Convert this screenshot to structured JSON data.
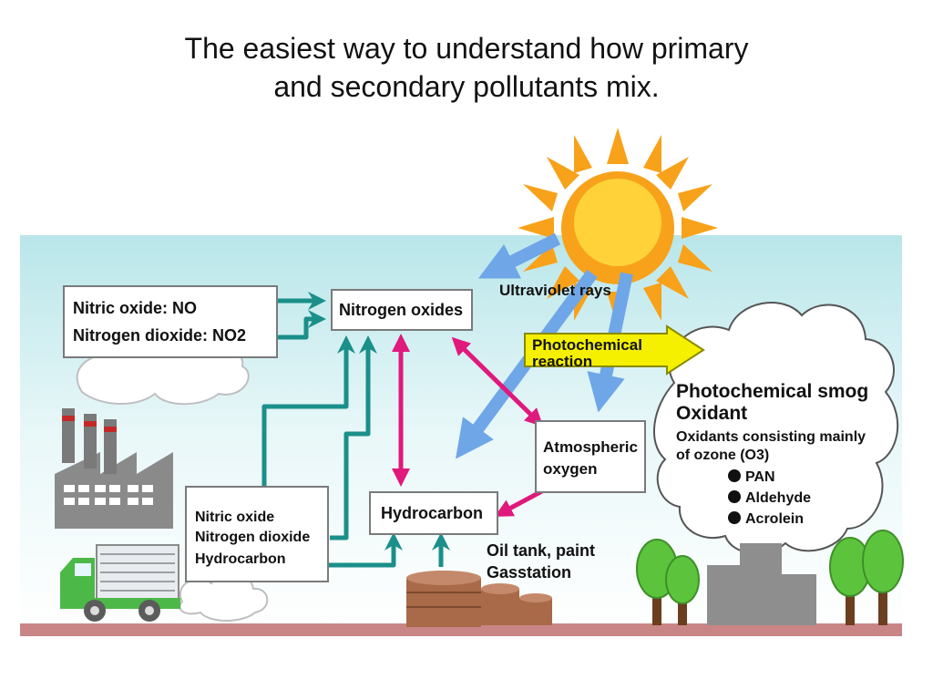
{
  "slide": {
    "title_line1": "The easiest way to understand how primary",
    "title_line2": "and secondary pollutants mix."
  },
  "diagram": {
    "sources_box": {
      "line1": "Nitric oxide: NO",
      "line2": "Nitrogen dioxide: NO2"
    },
    "nitrogen_oxides": "Nitrogen oxides",
    "ultraviolet": "Ultraviolet rays",
    "photochemical_reaction": {
      "line1": "Photochemical",
      "line2": "reaction"
    },
    "smog": {
      "title1": "Photochemical smog",
      "title2": "Oxidant",
      "desc1": "Oxidants consisting mainly",
      "desc2": "of ozone (O3)",
      "items": [
        "PAN",
        "Aldehyde",
        "Acrolein"
      ]
    },
    "atmospheric_oxygen": {
      "line1": "Atmospheric",
      "line2": "oxygen"
    },
    "hydrocarbon": "Hydrocarbon",
    "vehicle_box": {
      "line1": "Nitric oxide",
      "line2": "Nitrogen dioxide",
      "line3": "Hydrocarbon"
    },
    "oil_tank": {
      "line1": "Oil tank, paint",
      "line2": "Gasstation"
    }
  },
  "colors": {
    "sky": "#c9ecef",
    "teal_arrow": "#1b8f8a",
    "magenta_arrow": "#e0197d",
    "uv_arrow": "#6fa6e8",
    "sun": "#f7a21a",
    "reaction_box": "#f4f000",
    "ground": "#c98585",
    "truck": "#4cb848",
    "tree": "#5cc43c",
    "tank": "#a86a48"
  }
}
